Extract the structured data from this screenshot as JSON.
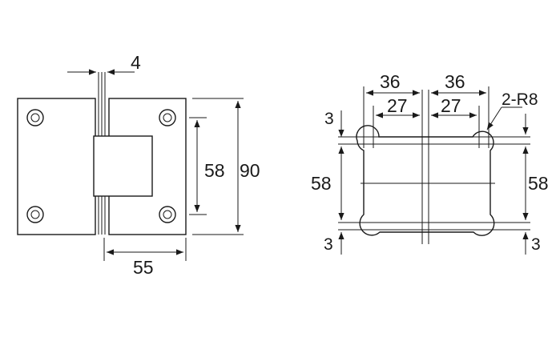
{
  "left_view": {
    "dim_gap": "4",
    "dim_holes": "58",
    "dim_height": "90",
    "dim_width": "55"
  },
  "right_view": {
    "dim_left_outer": "36",
    "dim_right_outer": "36",
    "dim_left_inner": "27",
    "dim_right_inner": "27",
    "dim_radius": "2-R8",
    "dim_left_top": "3",
    "dim_left_mid": "58",
    "dim_left_bottom": "3",
    "dim_right_mid": "58",
    "dim_right_bottom": "3"
  },
  "colors": {
    "line": "#1a1a1a",
    "background": "#ffffff"
  }
}
